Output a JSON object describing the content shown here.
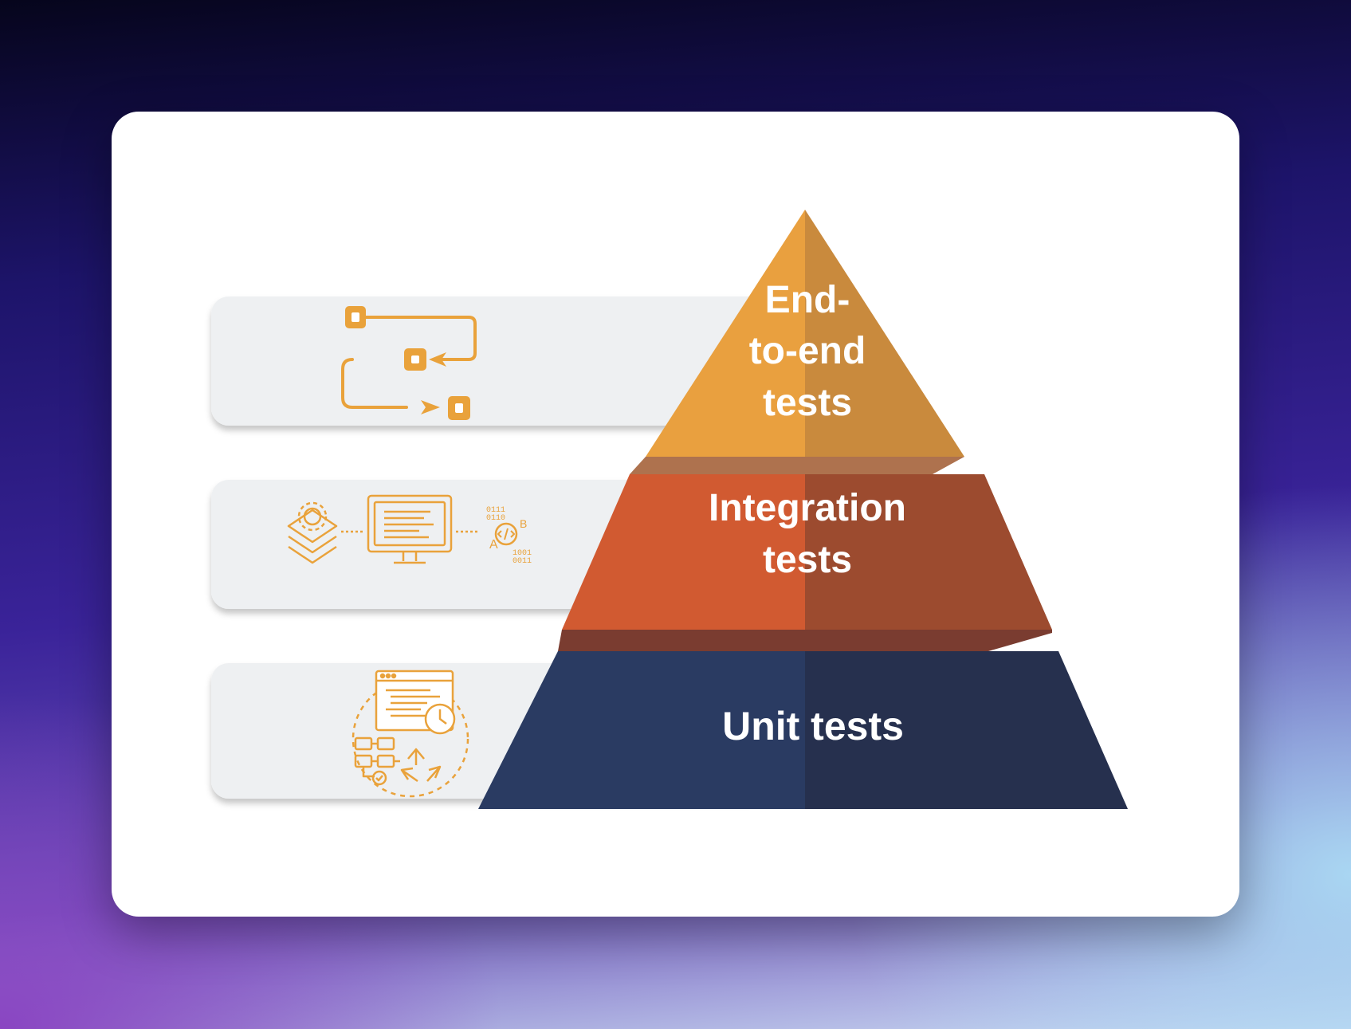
{
  "diagram": {
    "tiers": [
      {
        "id": "end-to-end",
        "label_lines": [
          "End-",
          "to-end",
          "tests"
        ],
        "color": "#e9a03f",
        "shade": "#c98a3d",
        "icon": "workflow-icon"
      },
      {
        "id": "integration",
        "label_lines": [
          "Integration",
          "tests"
        ],
        "color": "#d15a31",
        "shade": "#9c4b2f",
        "icon": "integration-icon"
      },
      {
        "id": "unit",
        "label_lines": [
          "Unit tests"
        ],
        "color": "#2a3b62",
        "shade": "#26304e",
        "icon": "unit-code-icon"
      }
    ],
    "icon_color": "#e9a23b",
    "panel_color": "#eef0f2"
  }
}
